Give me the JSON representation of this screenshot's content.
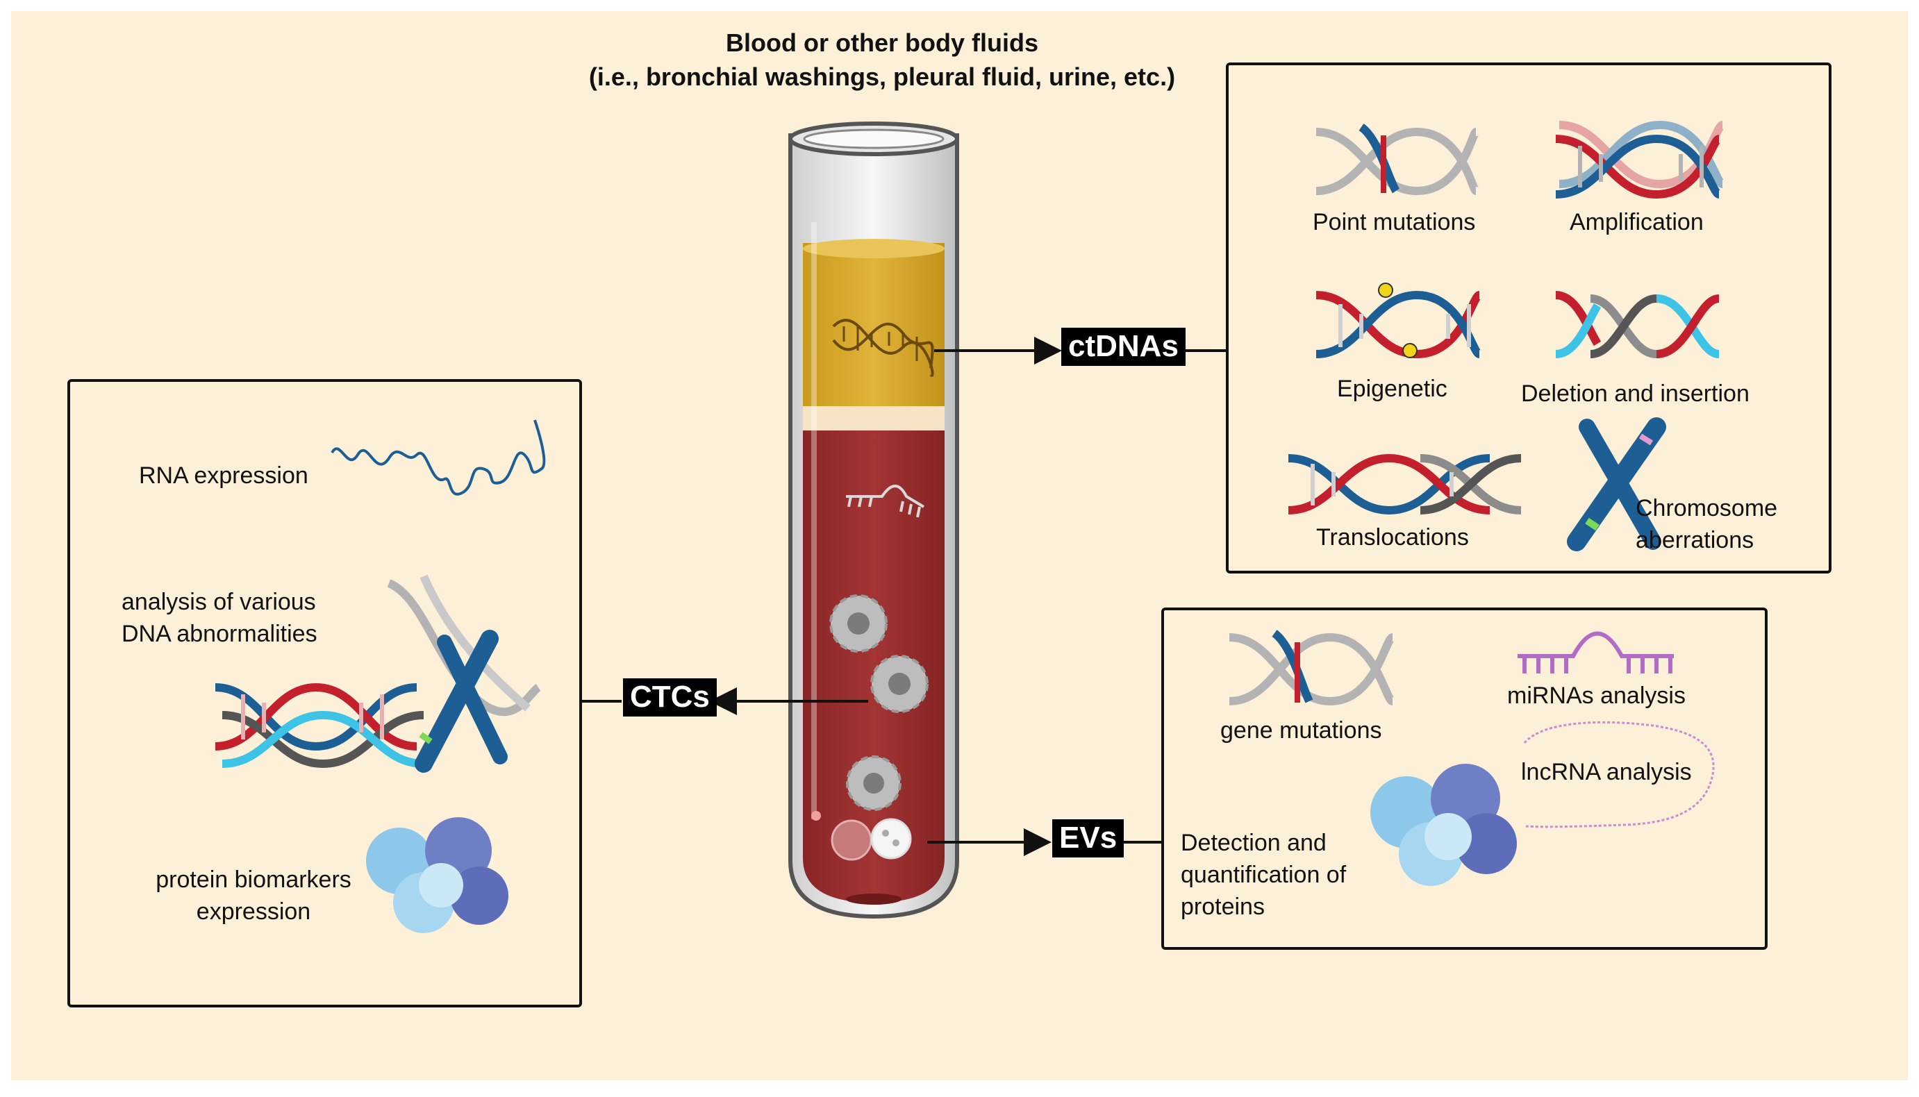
{
  "title": {
    "line1": "Blood or other body fluids",
    "line2": "(i.e., bronchial washings, pleural fluid, urine, etc.)"
  },
  "tags": {
    "ctdna": "ctDNAs",
    "ctcs": "CTCs",
    "evs": "EVs"
  },
  "ctdna_panel": {
    "point_mutations": "Point mutations",
    "amplification": "Amplification",
    "epigenetic": "Epigenetic",
    "deletion_insertion": "Deletion and insertion",
    "translocations": "Translocations",
    "chromosome_1": "Chromosome",
    "chromosome_2": "aberrations"
  },
  "ctc_panel": {
    "rna": "RNA expression",
    "dna_1": "analysis of various",
    "dna_2": "DNA abnormalities",
    "protein_1": "protein biomarkers",
    "protein_2": "expression"
  },
  "ev_panel": {
    "gene": "gene mutations",
    "mirna": "miRNAs analysis",
    "lncrna": "lncRNA analysis",
    "detect_1": "Detection and",
    "detect_2": "quantification of",
    "detect_3": "proteins"
  },
  "colors": {
    "background": "#fdf0d8",
    "plasma": "#d9a92a",
    "blood": "#9c2f2f",
    "dna_blue": "#1d5f94",
    "dna_red": "#c41f2c",
    "dna_grey": "#9a9a9a",
    "cyan": "#3cc3e6",
    "protein": "#6f7fc6",
    "rna_purple": "#b36cc6"
  }
}
